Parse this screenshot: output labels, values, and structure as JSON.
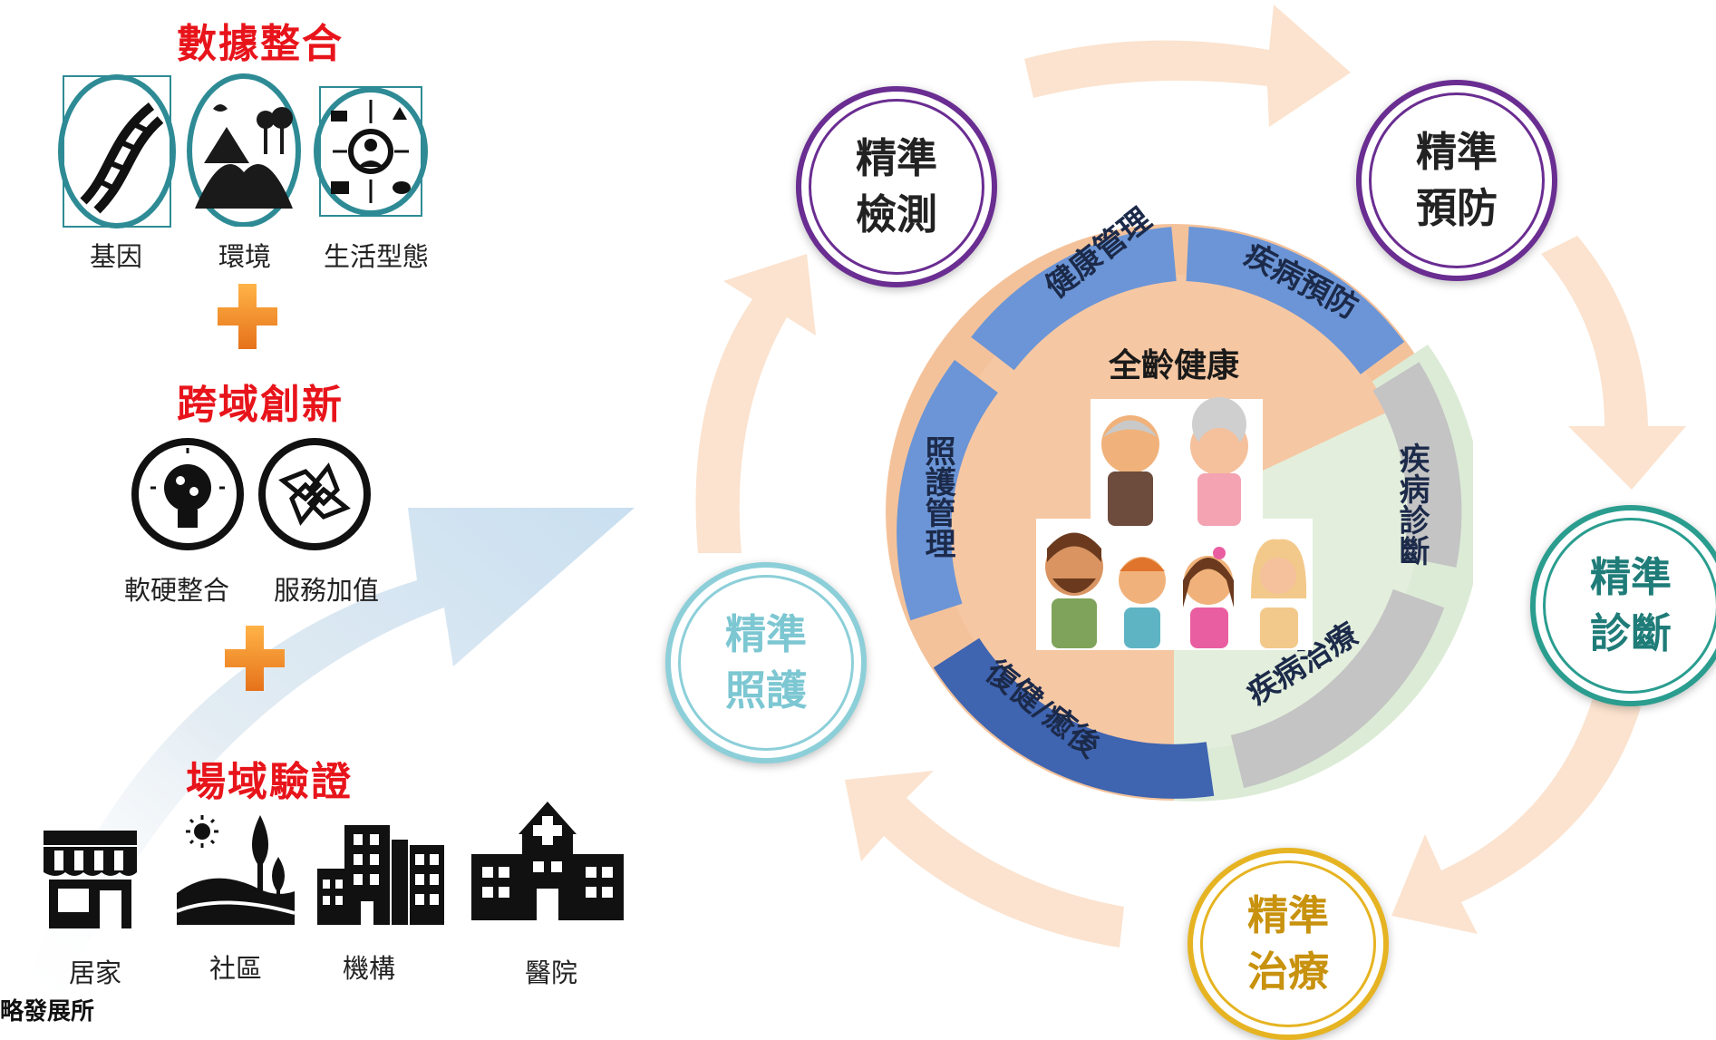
{
  "left": {
    "section1_title": "數據整合",
    "section1_items": [
      "基因",
      "環境",
      "生活型態"
    ],
    "section2_title": "跨域創新",
    "section2_items": [
      "軟硬整合",
      "服務加值"
    ],
    "section3_title": "場域驗證",
    "section3_items": [
      "居家",
      "社區",
      "機構",
      "醫院"
    ],
    "footer": "略發展所"
  },
  "center": {
    "title": "全齡健康",
    "ring_segments": [
      "健康管理",
      "疾病預防",
      "疾病診斷",
      "疾病治療",
      "復健/癒後",
      "照護管理"
    ]
  },
  "stages": [
    {
      "line1": "精準",
      "line2": "檢測",
      "color": "#6a2d91"
    },
    {
      "line1": "精準",
      "line2": "預防",
      "color": "#6a2d91"
    },
    {
      "line1": "精準",
      "line2": "診斷",
      "color": "#2a9d8f"
    },
    {
      "line1": "精準",
      "line2": "治療",
      "color": "#e6b422"
    },
    {
      "line1": "精準",
      "line2": "照護",
      "color": "#8ccfd9"
    }
  ],
  "colors": {
    "accent_red": "#e8141b",
    "plus_orange": "#f28c1e",
    "ring_blue": "#6b95d6",
    "ring_gray": "#b8b8b8",
    "peach": "#f4c29a",
    "mint": "#dcebd6",
    "icon_teal": "#2e8b95"
  }
}
